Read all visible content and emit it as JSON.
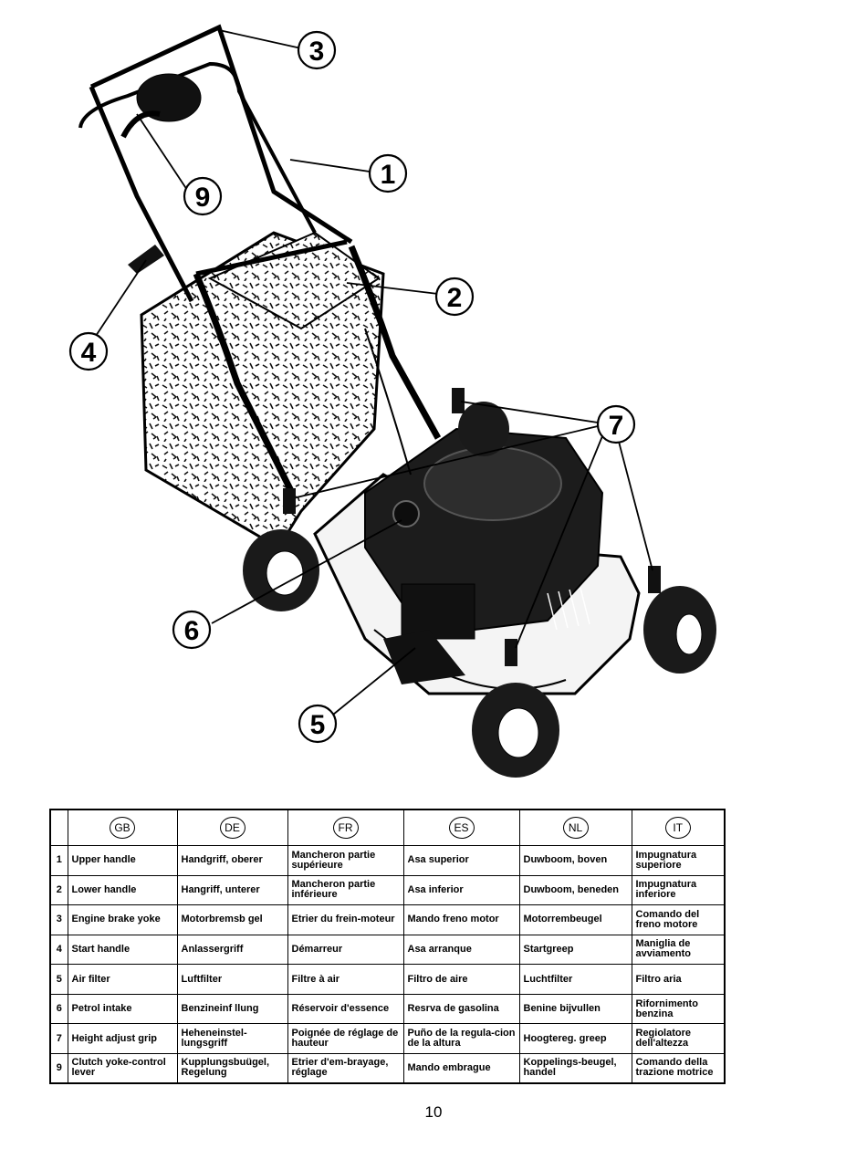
{
  "callouts": [
    "3",
    "1",
    "9",
    "2",
    "4",
    "7",
    "6",
    "5"
  ],
  "table": {
    "languages": [
      "GB",
      "DE",
      "FR",
      "ES",
      "NL",
      "IT"
    ],
    "rows": [
      {
        "num": "1",
        "cells": [
          "Upper handle",
          "Handgriff, oberer",
          "Mancheron partie supérieure",
          "Asa superior",
          "Duwboom, boven",
          "Impugnatura superiore"
        ]
      },
      {
        "num": "2",
        "cells": [
          "Lower handle",
          "Hangriff, unterer",
          "Mancheron partie inférieure",
          "Asa inferior",
          "Duwboom, beneden",
          "Impugnatura inferiore"
        ]
      },
      {
        "num": "3",
        "cells": [
          "Engine brake yoke",
          "Motorbremsb gel",
          "Etrier du frein-moteur",
          "Mando freno motor",
          "Motorrembeugel",
          "Comando del freno motore"
        ]
      },
      {
        "num": "4",
        "cells": [
          "Start handle",
          "Anlassergriff",
          "Démarreur",
          "Asa arranque",
          "Startgreep",
          "Maniglia de avviamento"
        ]
      },
      {
        "num": "5",
        "cells": [
          "Air filter",
          "Luftfilter",
          "Filtre à air",
          "Filtro de aire",
          "Luchtfilter",
          "Filtro aria"
        ]
      },
      {
        "num": "6",
        "cells": [
          "Petrol intake",
          "Benzineinf llung",
          "Réservoir d'essence",
          "Resrva de gasolina",
          "Benine bijvullen",
          "Rifornimento benzina"
        ]
      },
      {
        "num": "7",
        "cells": [
          "Height adjust grip",
          "Heheneinstel-lungsgriff",
          "Poignée de réglage de hauteur",
          "Puño de la regula-cion de la altura",
          "Hoogtereg. greep",
          "Regiolatore dell'altezza"
        ]
      },
      {
        "num": "9",
        "cells": [
          "Clutch yoke-control lever",
          "Kupplungsbuügel, Regelung",
          "Etrier d'em-brayage, réglage",
          "Mando embrague",
          "Koppelings-beugel, handel",
          "Comando della trazione motrice"
        ]
      }
    ]
  },
  "page_number": "10"
}
